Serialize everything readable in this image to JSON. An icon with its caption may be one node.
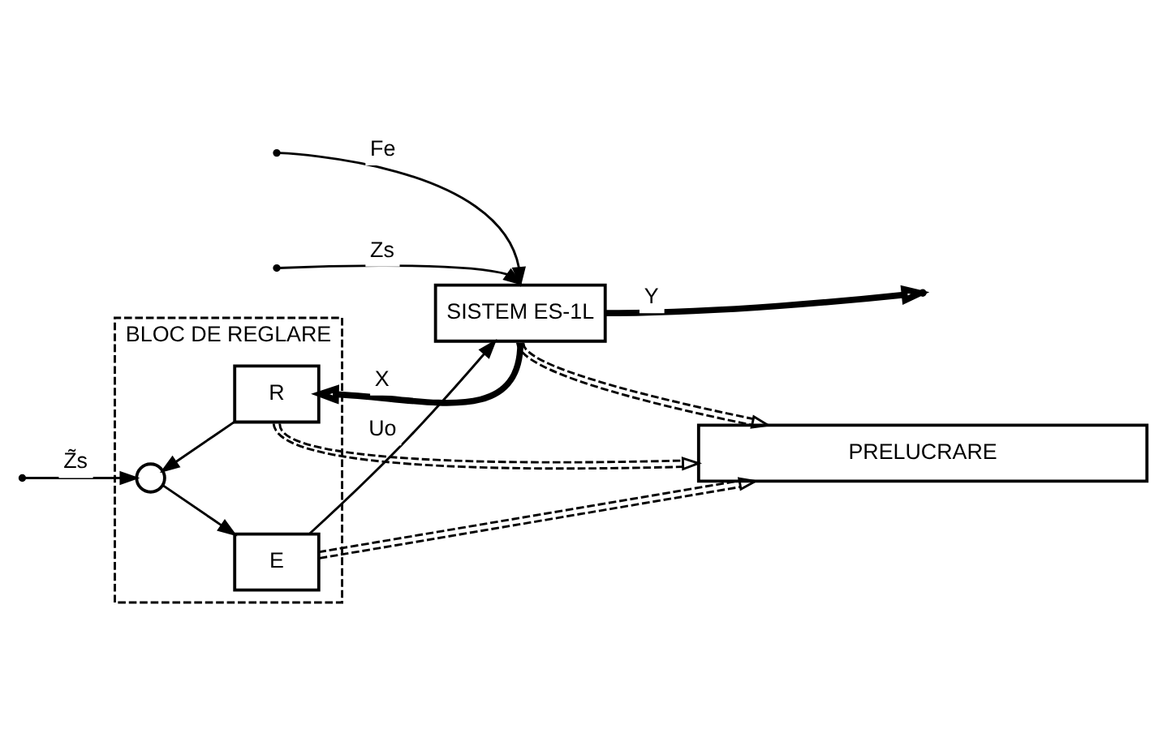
{
  "diagram": {
    "nodes": [
      {
        "text": [
          "BLOC DE REGLARE"
        ]
      },
      {
        "text": [],
        "shape": "circle",
        "in": 0
      },
      {
        "text": [
          "E"
        ],
        "in": 0
      },
      {
        "text": [
          "R"
        ],
        "in": 0
      },
      {
        "text": [
          "SISTEM ES-1L"
        ]
      },
      {
        "text": [
          "PRELUCRARE"
        ]
      }
    ],
    "edges": [
      {
        "from": null,
        "to": 1,
        "arrow": "to",
        "label": "Z̃s"
      },
      {
        "from": 1,
        "to": 2,
        "arrow": "to"
      },
      {
        "from": 2,
        "to": 4,
        "arrow": "to",
        "label": "Uo"
      },
      {
        "from": 4,
        "to": null,
        "arrow": "to",
        "label": "Y",
        "style": "thick"
      },
      {
        "from": null,
        "to": 4,
        "arrow": "to",
        "label": "Fe"
      },
      {
        "from": null,
        "to": 4,
        "arrow": "to",
        "label": "Zs"
      },
      {
        "from": 4,
        "to": 3,
        "arrow": "to",
        "label": "X",
        "style": "thick"
      },
      {
        "from": 3,
        "to": 1,
        "arrow": "to"
      },
      {
        "from": 3,
        "to": 5,
        "arrow": "to",
        "style": "dashed"
      },
      {
        "from": 2,
        "to": 5,
        "arrow": "to",
        "style": "dashed"
      },
      {
        "from": 4,
        "to": 5,
        "arrow": "to",
        "style": "dashed"
      }
    ]
  }
}
